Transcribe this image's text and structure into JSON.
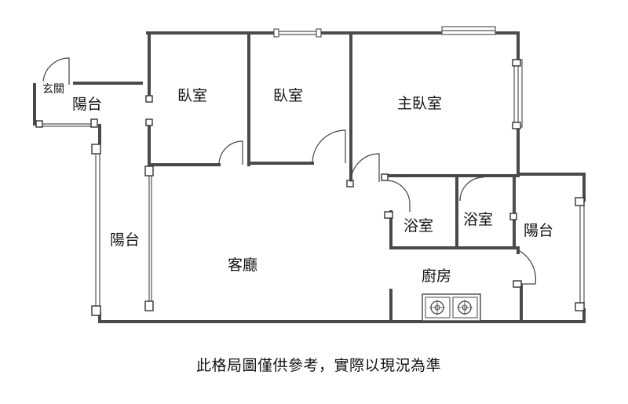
{
  "rooms": {
    "entrance": "玄關",
    "balcony_top_left": "陽台",
    "bedroom_1": "臥室",
    "bedroom_2": "臥室",
    "master_bedroom": "主臥室",
    "balcony_left": "陽台",
    "living_room": "客廳",
    "bathroom_1": "浴室",
    "bathroom_2": "浴室",
    "balcony_right": "陽台",
    "kitchen": "廚房"
  },
  "note": "此格局圖僅供參考，實際以現況為準"
}
